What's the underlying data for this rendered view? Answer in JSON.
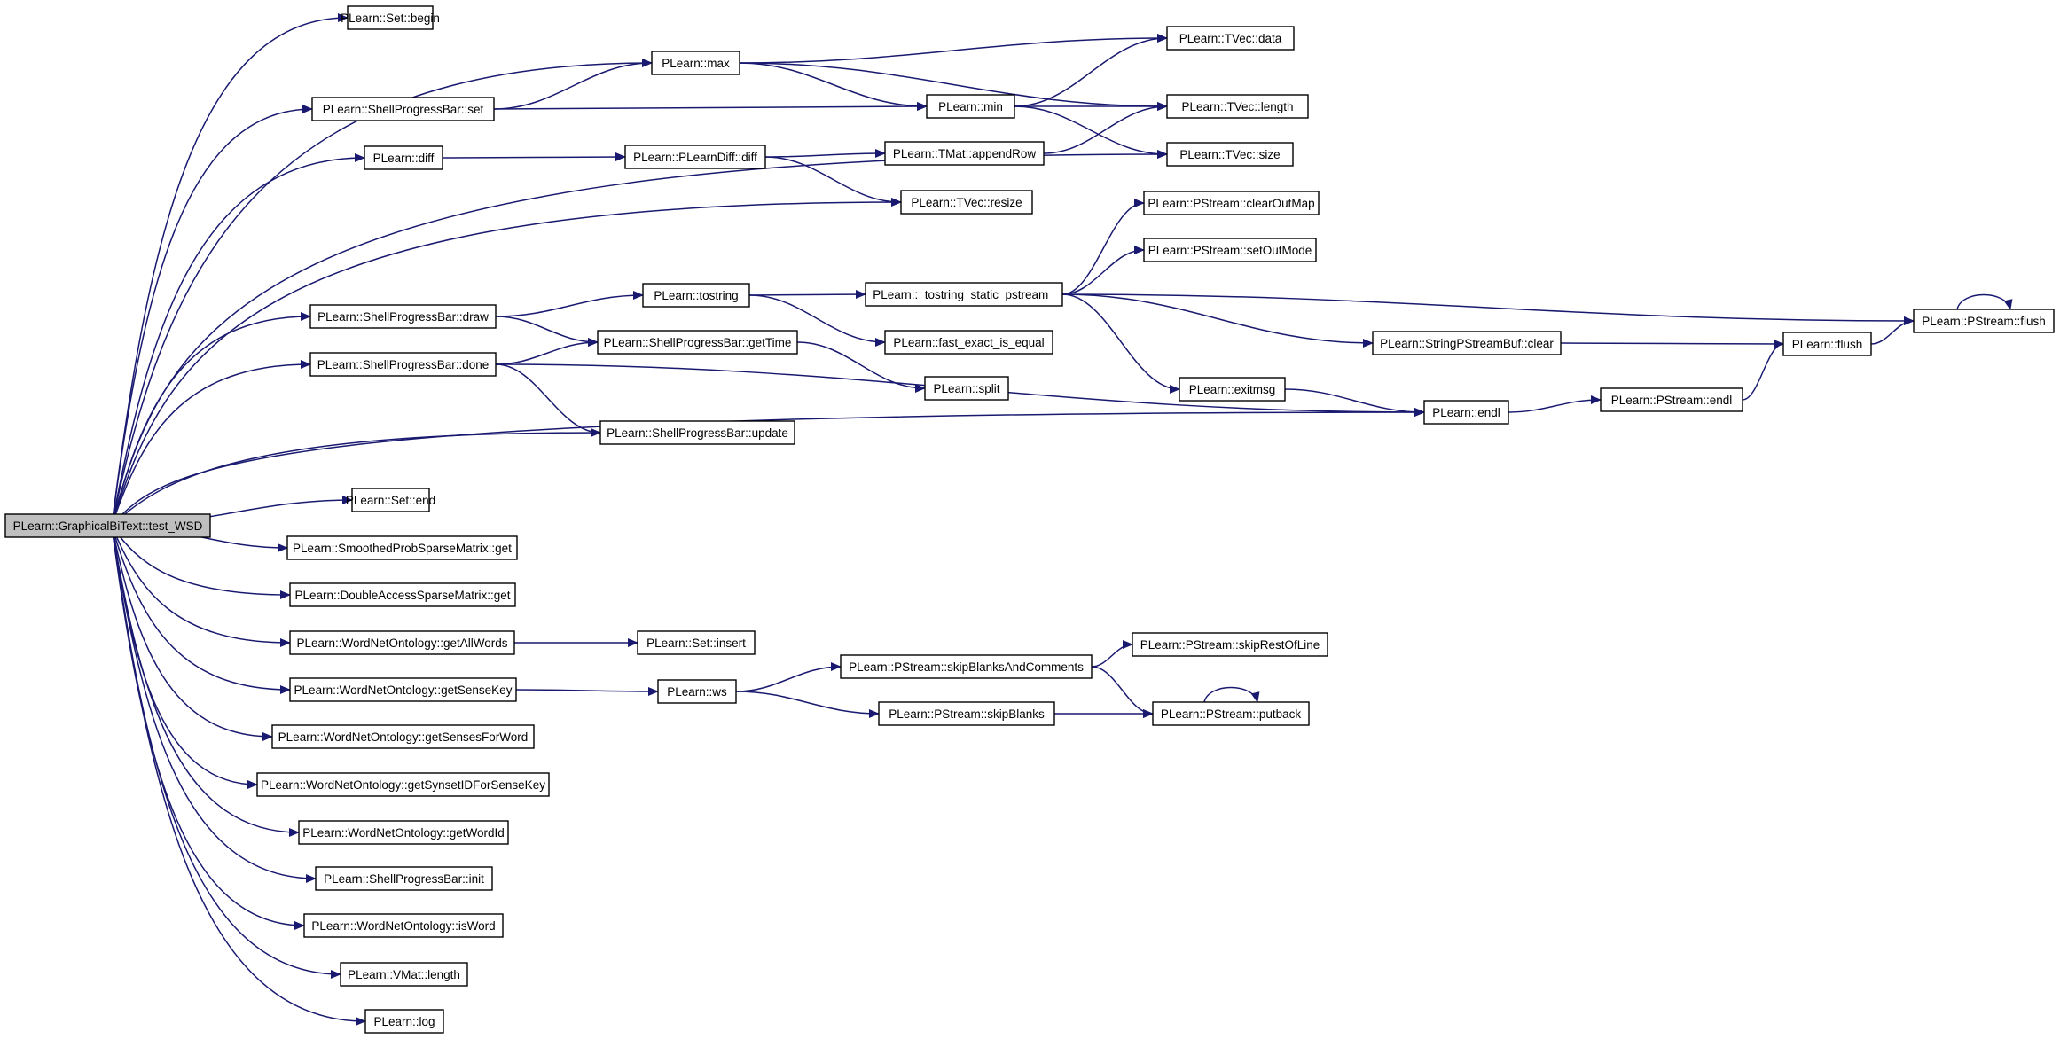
{
  "graph": {
    "root": "PLearn::GraphicalBiText::test_WSD",
    "colors": {
      "edge": "#191970",
      "node_border": "#000000",
      "root_fill": "#bfbfbf",
      "node_fill": "#ffffff",
      "background": "#ffffff"
    },
    "nodes": {
      "root": "PLearn::GraphicalBiText::test_WSD",
      "set_begin": "PLearn::Set::begin",
      "max": "PLearn::max",
      "tvec_data": "PLearn::TVec::data",
      "spb_set": "PLearn::ShellProgressBar::set",
      "min": "PLearn::min",
      "tvec_length": "PLearn::TVec::length",
      "diff": "PLearn::diff",
      "plearndiff_diff": "PLearn::PLearnDiff::diff",
      "tmat_appendrow": "PLearn::TMat::appendRow",
      "tvec_size": "PLearn::TVec::size",
      "tvec_resize": "PLearn::TVec::resize",
      "pstream_clearoutmap": "PLearn::PStream::clearOutMap",
      "pstream_setoutmode": "PLearn::PStream::setOutMode",
      "spb_draw": "PLearn::ShellProgressBar::draw",
      "tostring": "PLearn::tostring",
      "tostring_static": "PLearn::_tostring_static_pstream_",
      "pstream_flush": "PLearn::PStream::flush",
      "spb_done": "PLearn::ShellProgressBar::done",
      "spb_gettime": "PLearn::ShellProgressBar::getTime",
      "fast_exact": "PLearn::fast_exact_is_equal",
      "spsb_clear": "PLearn::StringPStreamBuf::clear",
      "flush": "PLearn::flush",
      "split": "PLearn::split",
      "exitmsg": "PLearn::exitmsg",
      "pstream_endl": "PLearn::PStream::endl",
      "endl": "PLearn::endl",
      "spb_update": "PLearn::ShellProgressBar::update",
      "set_end": "PLearn::Set::end",
      "spsm_get": "PLearn::SmoothedProbSparseMatrix::get",
      "dasm_get": "PLearn::DoubleAccessSparseMatrix::get",
      "wno_getallwords": "PLearn::WordNetOntology::getAllWords",
      "set_insert": "PLearn::Set::insert",
      "pstream_skipblankscomments": "PLearn::PStream::skipBlanksAndComments",
      "pstream_skiprestofline": "PLearn::PStream::skipRestOfLine",
      "wno_getsensekey": "PLearn::WordNetOntology::getSenseKey",
      "ws": "PLearn::ws",
      "pstream_skipblanks": "PLearn::PStream::skipBlanks",
      "pstream_putback": "PLearn::PStream::putback",
      "wno_getsensesforword": "PLearn::WordNetOntology::getSensesForWord",
      "wno_getsynsetid": "PLearn::WordNetOntology::getSynsetIDForSenseKey",
      "wno_getwordid": "PLearn::WordNetOntology::getWordId",
      "spb_init": "PLearn::ShellProgressBar::init",
      "wno_isword": "PLearn::WordNetOntology::isWord",
      "vmat_length": "PLearn::VMat::length",
      "log": "PLearn::log"
    },
    "edges": [
      [
        "root",
        "set_begin"
      ],
      [
        "root",
        "max"
      ],
      [
        "root",
        "spb_set"
      ],
      [
        "root",
        "diff"
      ],
      [
        "root",
        "tvec_resize"
      ],
      [
        "root",
        "tvec_size"
      ],
      [
        "root",
        "spb_draw"
      ],
      [
        "root",
        "spb_done"
      ],
      [
        "root",
        "spb_update"
      ],
      [
        "root",
        "endl"
      ],
      [
        "root",
        "set_end"
      ],
      [
        "root",
        "spsm_get"
      ],
      [
        "root",
        "dasm_get"
      ],
      [
        "root",
        "wno_getallwords"
      ],
      [
        "root",
        "wno_getsensekey"
      ],
      [
        "root",
        "wno_getsensesforword"
      ],
      [
        "root",
        "wno_getsynsetid"
      ],
      [
        "root",
        "wno_getwordid"
      ],
      [
        "root",
        "spb_init"
      ],
      [
        "root",
        "wno_isword"
      ],
      [
        "root",
        "vmat_length"
      ],
      [
        "root",
        "log"
      ],
      [
        "max",
        "tvec_data"
      ],
      [
        "max",
        "min"
      ],
      [
        "max",
        "tvec_length"
      ],
      [
        "spb_set",
        "max"
      ],
      [
        "spb_set",
        "min"
      ],
      [
        "min",
        "tvec_data"
      ],
      [
        "min",
        "tvec_length"
      ],
      [
        "min",
        "tvec_size"
      ],
      [
        "diff",
        "plearndiff_diff"
      ],
      [
        "plearndiff_diff",
        "tmat_appendrow"
      ],
      [
        "plearndiff_diff",
        "tvec_resize"
      ],
      [
        "tmat_appendrow",
        "tvec_length"
      ],
      [
        "spb_draw",
        "tostring"
      ],
      [
        "spb_draw",
        "spb_gettime"
      ],
      [
        "tostring",
        "tostring_static"
      ],
      [
        "tostring",
        "fast_exact"
      ],
      [
        "tostring_static",
        "pstream_clearoutmap"
      ],
      [
        "tostring_static",
        "pstream_setoutmode"
      ],
      [
        "tostring_static",
        "pstream_flush"
      ],
      [
        "tostring_static",
        "spsb_clear"
      ],
      [
        "tostring_static",
        "exitmsg"
      ],
      [
        "spb_done",
        "spb_gettime"
      ],
      [
        "spb_done",
        "spb_update"
      ],
      [
        "spb_done",
        "endl"
      ],
      [
        "spb_gettime",
        "split"
      ],
      [
        "spsb_clear",
        "flush"
      ],
      [
        "flush",
        "pstream_flush"
      ],
      [
        "pstream_flush",
        "pstream_flush"
      ],
      [
        "exitmsg",
        "endl"
      ],
      [
        "endl",
        "pstream_endl"
      ],
      [
        "pstream_endl",
        "flush"
      ],
      [
        "wno_getallwords",
        "set_insert"
      ],
      [
        "wno_getsensekey",
        "ws"
      ],
      [
        "ws",
        "pstream_skipblankscomments"
      ],
      [
        "ws",
        "pstream_skipblanks"
      ],
      [
        "pstream_skipblankscomments",
        "pstream_skiprestofline"
      ],
      [
        "pstream_skipblankscomments",
        "pstream_putback"
      ],
      [
        "pstream_skipblanks",
        "pstream_putback"
      ],
      [
        "pstream_putback",
        "pstream_putback"
      ]
    ]
  }
}
